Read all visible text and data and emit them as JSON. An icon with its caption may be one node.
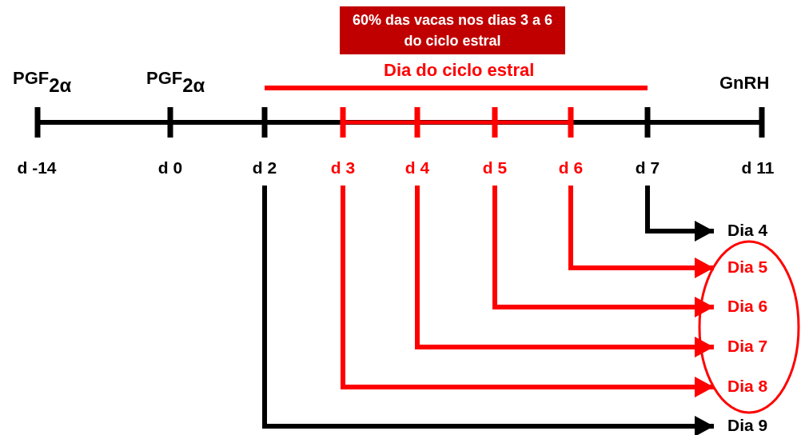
{
  "diagram": {
    "nodes": [
      {
        "text": [
          "60% das vacas nos dias 3 a 6 do ciclo estral"
        ]
      },
      {
        "text": [
          "d -14"
        ]
      },
      {
        "text": [
          "d 0"
        ]
      },
      {
        "text": [
          "d 2"
        ]
      },
      {
        "text": [
          "d 3"
        ]
      },
      {
        "text": [
          "d 4"
        ]
      },
      {
        "text": [
          "d 5"
        ]
      },
      {
        "text": [
          "d 6"
        ]
      },
      {
        "text": [
          "d 7"
        ]
      },
      {
        "text": [
          "d 11"
        ]
      },
      {
        "text": [
          "Dia 4"
        ]
      },
      {
        "text": [],
        "shape": "ellipse"
      },
      {
        "text": [
          "Dia 5"
        ],
        "in": 11
      },
      {
        "text": [
          "Dia 6"
        ],
        "in": 11
      },
      {
        "text": [
          "Dia 7"
        ],
        "in": 11
      },
      {
        "text": [
          "Dia 8"
        ],
        "in": 11
      },
      {
        "text": [
          "Dia 9"
        ]
      }
    ],
    "edges": [
      {
        "from": 8,
        "to": 10,
        "arrow": "to",
        "color": "#000000"
      },
      {
        "from": 7,
        "to": 12,
        "arrow": "to"
      },
      {
        "from": 6,
        "to": 13,
        "arrow": "to"
      },
      {
        "from": 5,
        "to": 14,
        "arrow": "to"
      },
      {
        "from": 4,
        "to": 15,
        "arrow": "to"
      },
      {
        "from": 3,
        "to": 16,
        "arrow": "to",
        "color": "#000000"
      }
    ],
    "labels": [
      "PGF$_{2α}$",
      "PGF$_{2α}$",
      "Dia do ciclo estral",
      "GnRH"
    ]
  }
}
